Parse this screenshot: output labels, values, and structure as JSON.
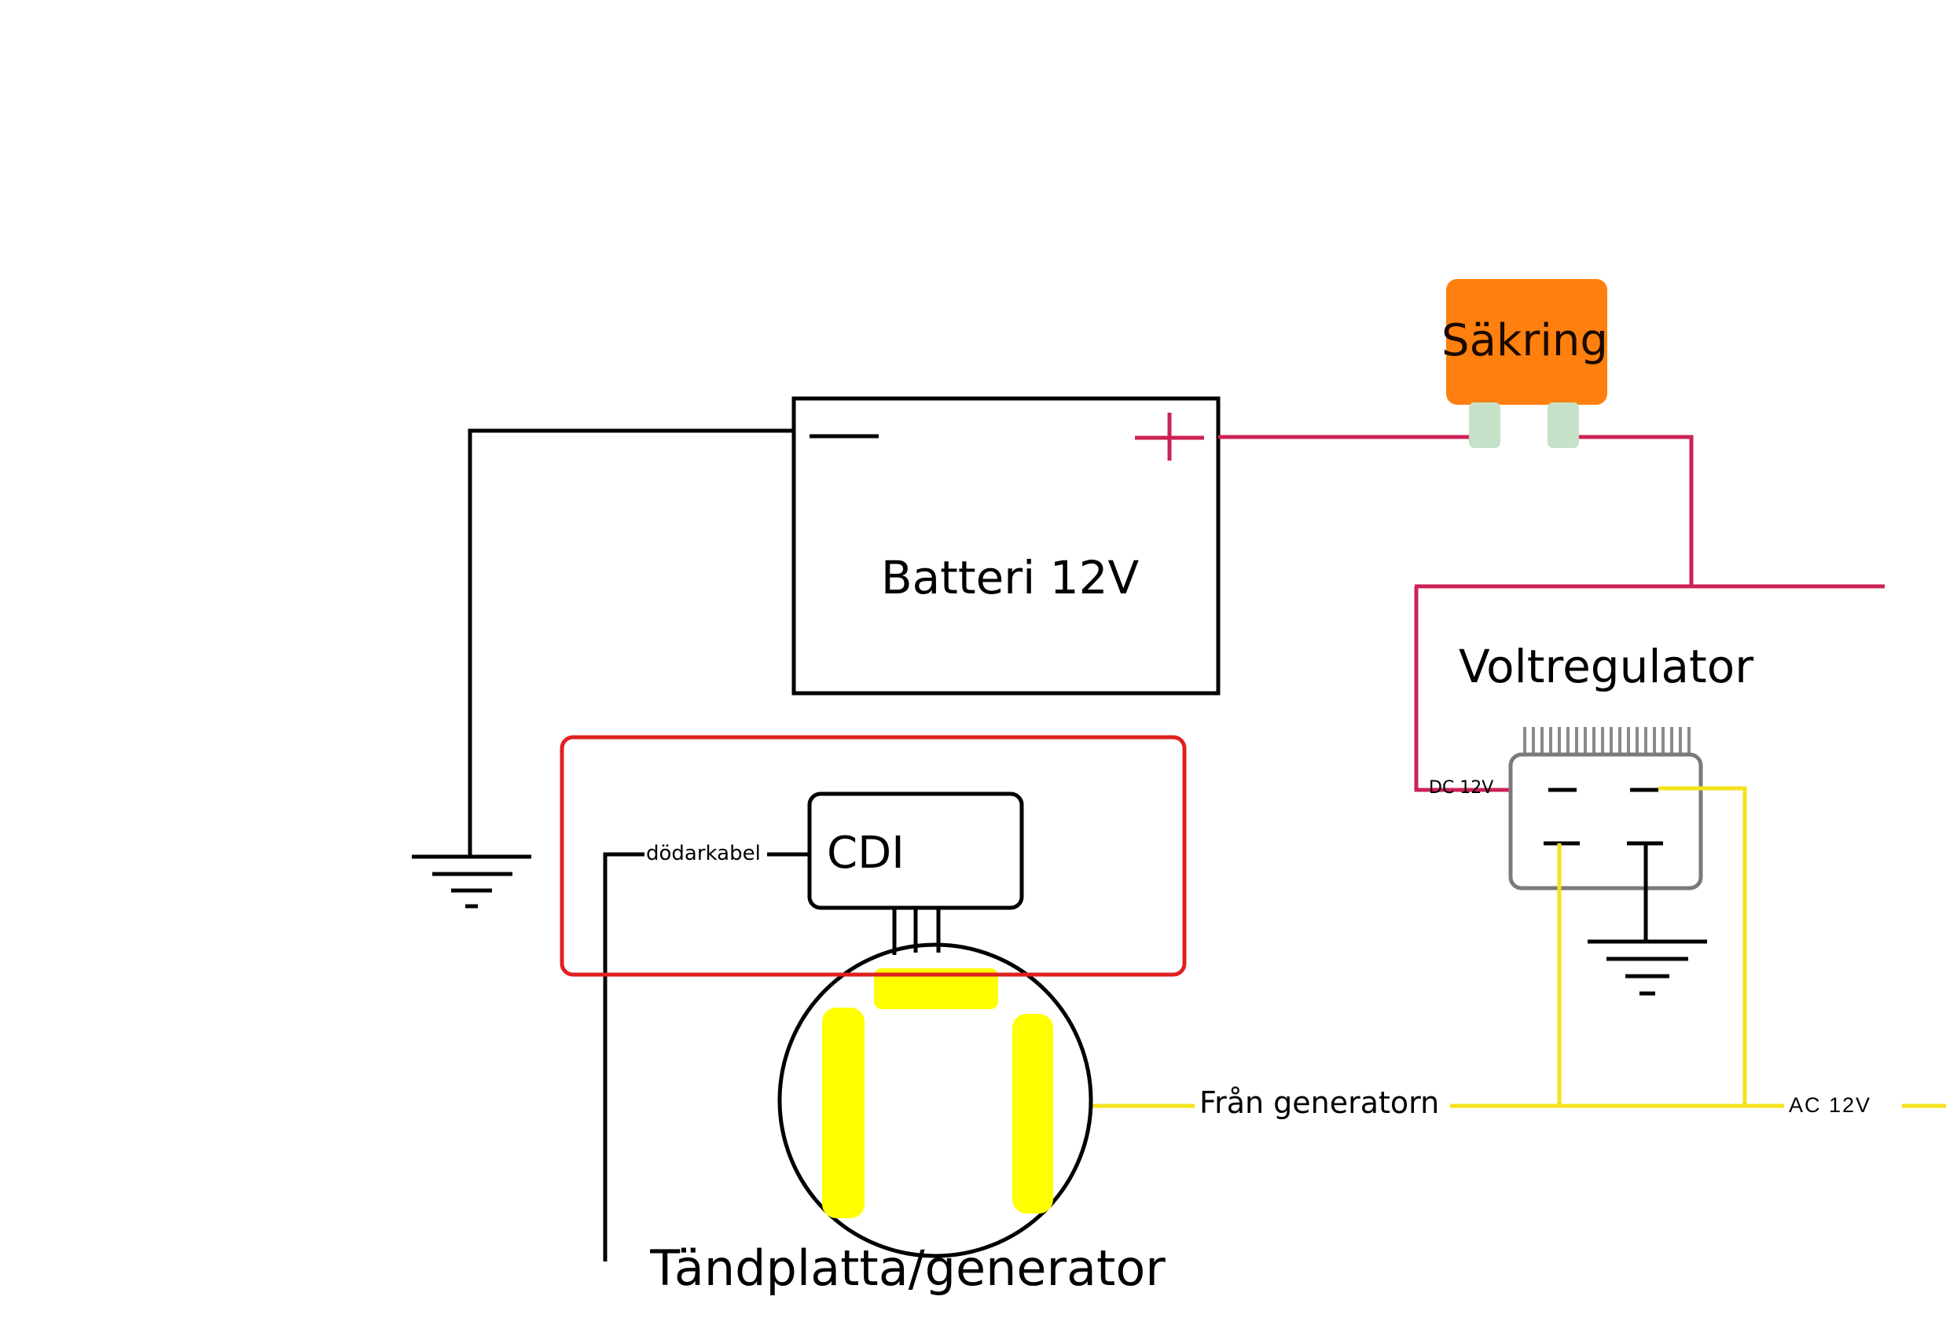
{
  "labels": {
    "fuse": "Säkring",
    "battery": "Batteri 12V",
    "battery_minus": "—",
    "battery_plus": "+",
    "regulator": "Voltregulator",
    "dc": "DC 12V",
    "cdi": "CDI",
    "kill_wire": "dödarkabel",
    "from_generator": "Från generatorn",
    "ac": "AC 12V",
    "stator": "Tändplatta/generator"
  },
  "colors": {
    "positive_wire": "#cc2255",
    "ac_wire": "#f5e21a",
    "ground_wire": "#000000",
    "fuse_body": "#ff7f0f",
    "fuse_pins": "#c5e2c8",
    "cdi_highlight_box": "#e02020",
    "regulator_body": "#7a7a7a",
    "coil_yellow": "#ffff00"
  }
}
